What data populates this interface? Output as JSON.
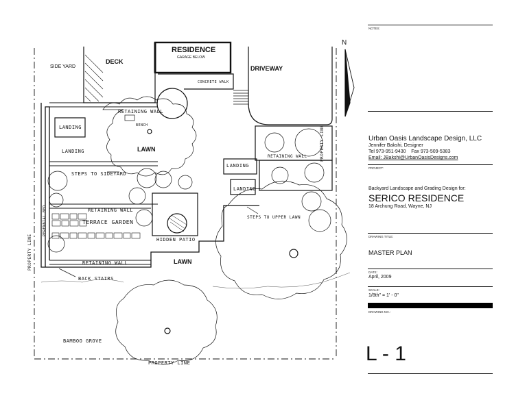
{
  "plan_labels": {
    "residence": "RESIDENCE",
    "garage_below": "GARAGE BELOW",
    "side_yard": "SIDE YARD",
    "deck": "DECK",
    "driveway": "DRIVEWAY",
    "concrete_walk": "CONCRETE WALK",
    "retaining_wall_top": "RETAINING WALL",
    "bench": "BENCH",
    "landing_left": "LANDING",
    "landing_left2": "LANDING",
    "lawn_upper": "LAWN",
    "steps_to_sideyard": "STEPS TO SIDEYARD",
    "retaining_wall_mid": "RETAINING WALL",
    "terrace_garden": "TERRACE GARDEN",
    "hidden_patio": "HIDDEN PATIO",
    "retaining_wall_low": "RETAINING WALL",
    "back_stairs": "BACK STAIRS",
    "lawn_lower": "LAWN",
    "landing_right": "LANDING",
    "landing_right2": "LANDING",
    "retaining_wall_right": "RETAINING WALL",
    "steps_to_upper_lawn": "STEPS TO UPPER LAWN",
    "property_line_right": "PROPERTY LINE",
    "property_line_left": "PROPERTY LINE",
    "property_line_bottom": "PROPERTY LINE",
    "bamboo_grove": "BAMBOO GROVE",
    "perennial_bed": "PERENNIAL BED",
    "north": "N"
  },
  "title_block": {
    "notes_label": "NOTES:",
    "company": "Urban Oasis Landscape Design, LLC",
    "designer": "Jennifer Bakshi, Designer",
    "phone": "Tel 973-951-9430    Fax 973-509-5383",
    "email": "Email: JBakshi@UrbanOasisDesigns.com",
    "project_label": "PROJECT:",
    "project_desc": "Backyard Landscape and Grading Design for:",
    "project_name": "SERICO RESIDENCE",
    "address": "18 Archung Road, Wayne, NJ",
    "drawing_title_label": "DRAWING TITLE:",
    "drawing_title": "MASTER PLAN",
    "date_label": "DATE:",
    "date": "April, 2009",
    "scale_label": "SCALE:",
    "scale": "1/8th\" = 1' - 0\"",
    "drawing_no_label": "DRAWING NO.:",
    "drawing_no": "L - 1"
  }
}
